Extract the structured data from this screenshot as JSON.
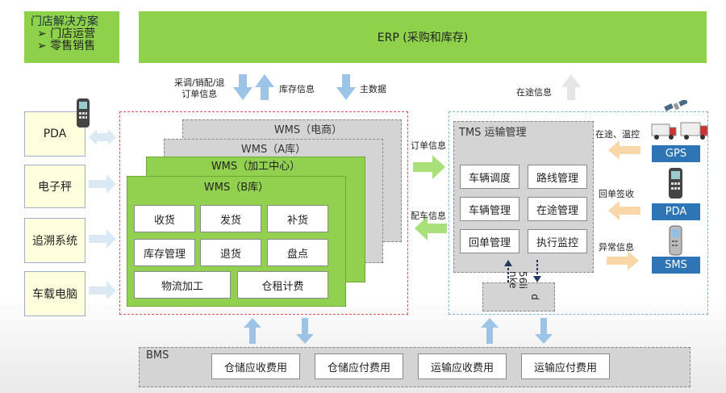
{
  "store_box": {
    "title": "门店解决方案",
    "items": [
      "门店运营",
      "零售销售"
    ]
  },
  "erp": {
    "title": "ERP (采购和库存)"
  },
  "flows_top": {
    "order_info_line1": "采调/销配/退",
    "order_info_line2": "订单信息",
    "stock_info": "库存信息",
    "master_data": "主数据",
    "transit_info": "在途信息"
  },
  "devices": [
    "PDA",
    "电子秤",
    "追溯系统",
    "车载电脑"
  ],
  "wms": {
    "layers": [
      "WMS（电商）",
      "WMS（A库）",
      "WMS（加工中心）",
      "WMS（B库）"
    ],
    "functions": [
      "收货",
      "发货",
      "补货",
      "库存管理",
      "退货",
      "盘点",
      "物流加工",
      "仓租计费"
    ]
  },
  "middle_flows": {
    "order": "订单信息",
    "dispatch": "配车信息"
  },
  "tms": {
    "title": "TMS 运输管理",
    "functions": [
      "车辆调度",
      "路线管理",
      "车辆管理",
      "在途管理",
      "回单管理",
      "执行监控"
    ]
  },
  "linked_box": {
    "line1": "56li",
    "line2": "nke",
    "line3": "d"
  },
  "right_side": {
    "gps_label": "在途、温控",
    "gps": "GPS",
    "pda_label": "回单签收",
    "pda": "PDA",
    "sms_label": "异常信息",
    "sms": "SMS"
  },
  "bms": {
    "title": "BMS",
    "items": [
      "仓储应收费用",
      "仓储应付费用",
      "运输应收费用",
      "运输应付费用"
    ]
  },
  "colors": {
    "green": "#8ed14b",
    "arrow_blue": "#9dc3e6",
    "arrow_green": "#a9e07a",
    "arrow_orange": "#f9d7a8",
    "tag_blue": "#2e75b6"
  }
}
